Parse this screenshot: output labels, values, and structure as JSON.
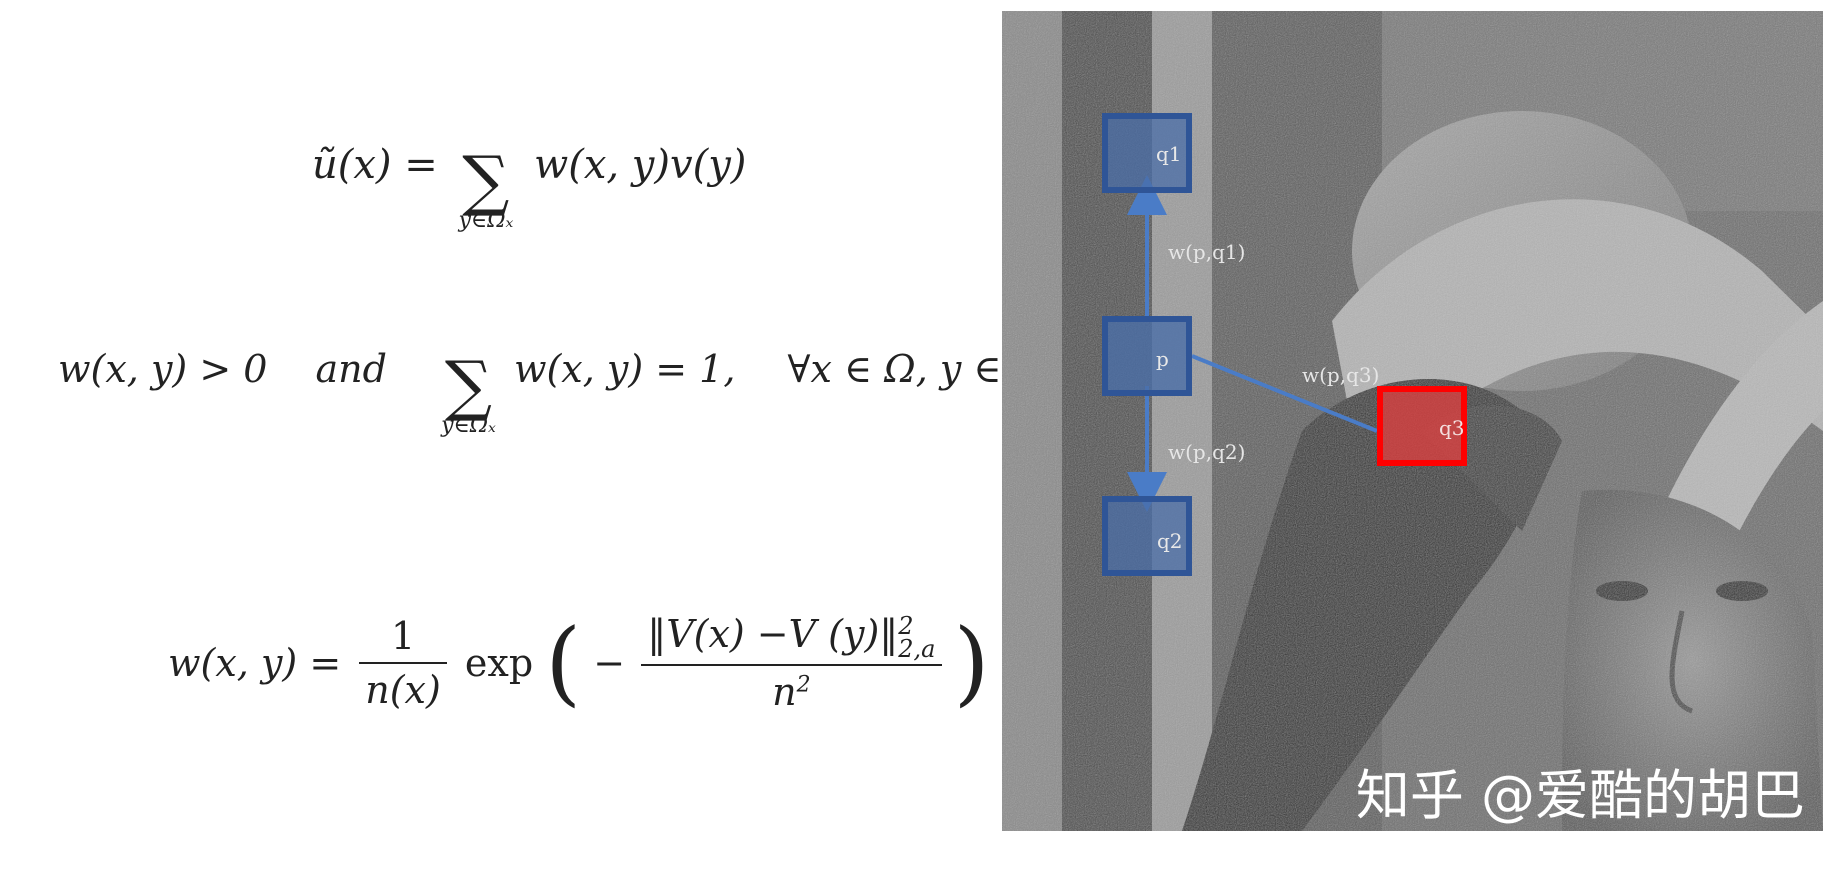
{
  "formulas": {
    "eq1": {
      "lhs": "ũ(x) =",
      "sum_symbol": "∑",
      "sum_subscript": "y∈Ωₓ",
      "rhs": "w(x, y)v(y)"
    },
    "eq2": {
      "part1": "w(x, y) > 0",
      "and": "and",
      "sum_symbol": "∑",
      "sum_subscript": "y∈Ωₓ",
      "part2": "w(x, y) = 1,",
      "part3": "∀x ∈ Ω, y ∈ Ωₓ"
    },
    "eq3": {
      "lhs": "w(x, y) =",
      "frac1_num": "1",
      "frac1_den": "n(x)",
      "exp": "exp",
      "open_paren": "(",
      "minus": "−",
      "frac2_num": "‖V(x) −V (y)‖",
      "frac2_num_sup": "2",
      "frac2_num_sub": "2,a",
      "frac2_den_base": "n",
      "frac2_den_sup": "2",
      "close_paren": ")"
    }
  },
  "diagram": {
    "patches": {
      "q1": "q1",
      "p": "p",
      "q2": "q2",
      "q3": "q3"
    },
    "edge_labels": {
      "p_q1": "w(p,q1)",
      "p_q2": "w(p,q2)",
      "p_q3": "w(p,q3)"
    },
    "colors": {
      "patch_fill": "#4a6ea8",
      "patch_border": "#2f5597",
      "highlight_fill": "#d94040",
      "highlight_border": "#ff0000",
      "arrow": "#4a7cc7"
    }
  },
  "watermark": "知乎 @爱酷的胡巴"
}
